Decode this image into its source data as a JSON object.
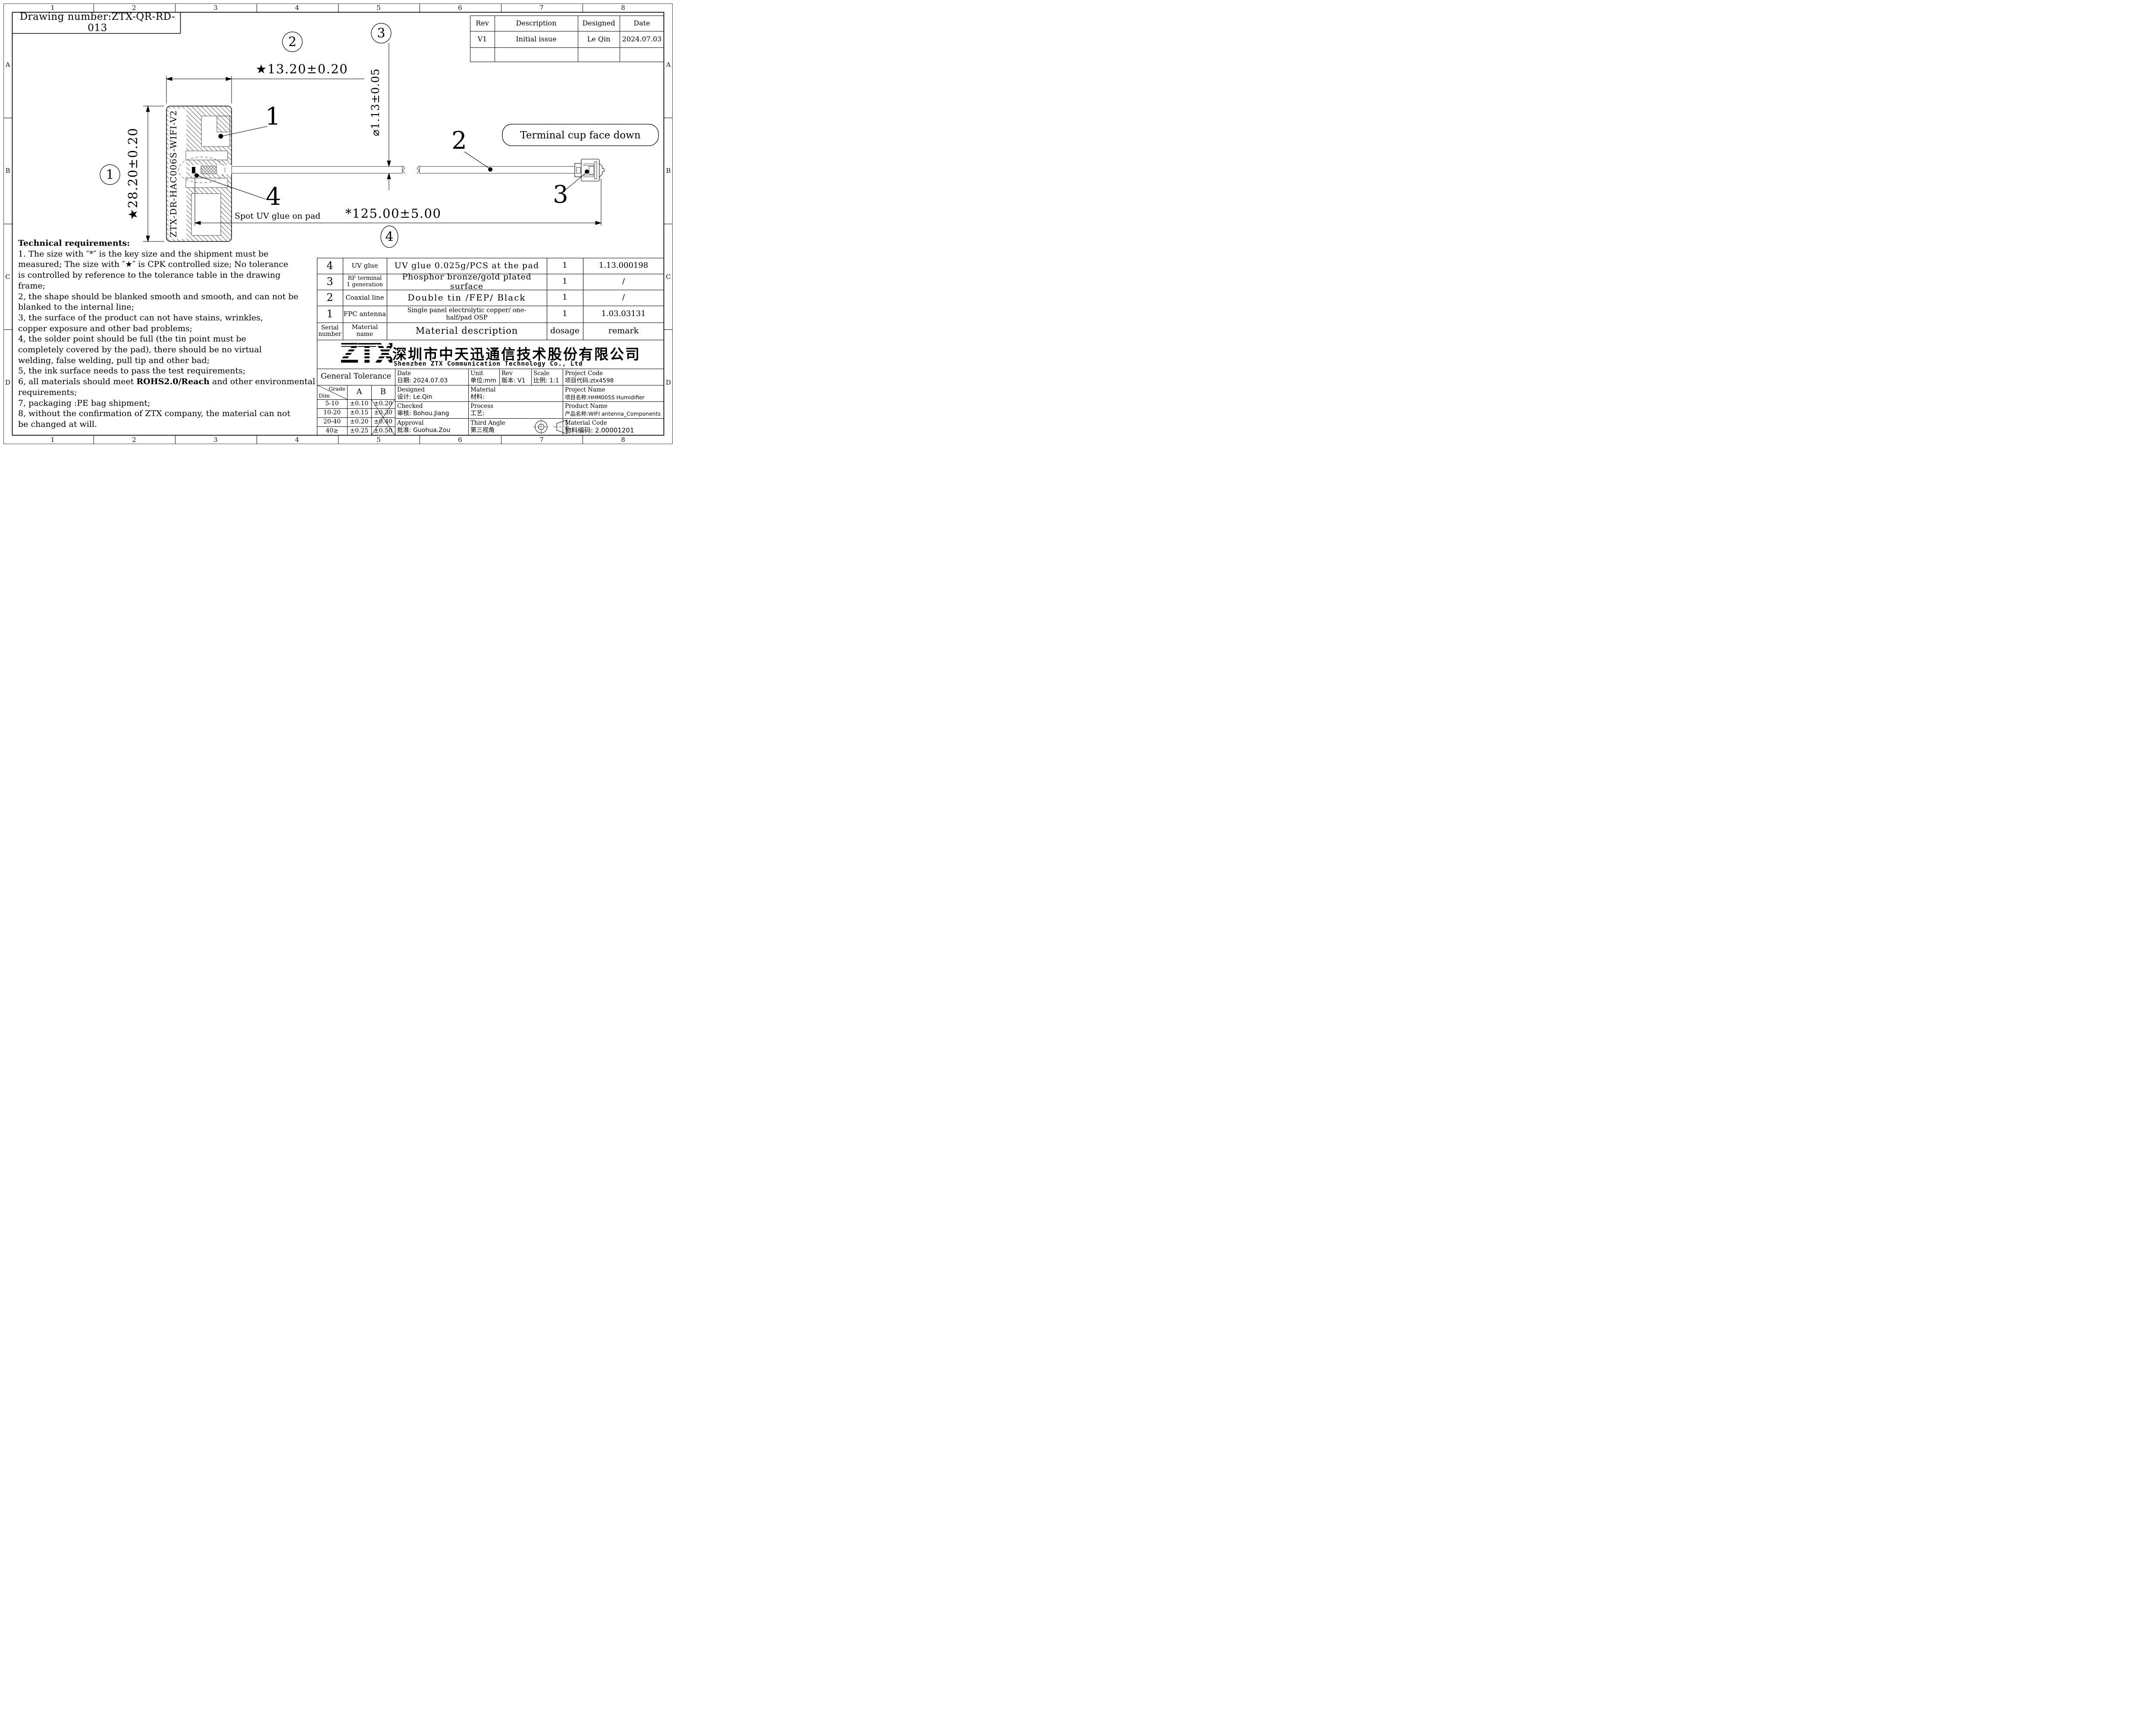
{
  "frame": {
    "columns": [
      "1",
      "2",
      "3",
      "4",
      "5",
      "6",
      "7",
      "8"
    ],
    "rows": [
      "A",
      "B",
      "C",
      "D"
    ],
    "drawing_number": "Drawing number:ZTX-QR-RD-013"
  },
  "rev_table": {
    "col_rev": "Rev",
    "col_description": "Description",
    "col_designed": "Designed",
    "col_date": "Date",
    "row1": {
      "rev": "V1",
      "description": "Initial issue",
      "designed": "Le Qin",
      "date": "2024.07.03"
    }
  },
  "drawing": {
    "balloon1": "1",
    "balloon2": "2",
    "balloon3": "3",
    "balloon4": "4",
    "pos1": "1",
    "pos2": "2",
    "pos3": "3",
    "pos4": "4",
    "dim_width": "★13.20±0.20",
    "dim_height": "★28.20±0.20",
    "dim_diameter": "⌀1.13±0.05",
    "dim_length": "*125.00±5.00",
    "fpc_label": "ZTX-DR-HAC006S-WIFI-V2",
    "note_terminal": "Terminal cup face down",
    "note_uv": "Spot UV glue on pad"
  },
  "technical_requirements": {
    "title": "Technical requirements:",
    "lines": [
      "1. The size with ″*″ is the key size and the shipment must be",
      "measured; The size with ″★″ is CPK controlled size; No tolerance",
      "is controlled by reference to the tolerance table in the drawing",
      "frame;",
      "2, the shape should be blanked smooth and smooth, and can not be",
      "blanked to the internal line;",
      "3, the surface of the product can not have stains, wrinkles,",
      "copper exposure and other bad problems;",
      "4, the solder point should be full (the tin point must be",
      "completely covered by the pad), there should be no virtual",
      "welding, false welding, pull tip and other bad;",
      "5, the ink surface needs to pass the test requirements;"
    ],
    "line_rohs_pre": "6, all materials should meet ",
    "line_rohs_bold": "ROHS2.0/Reach",
    "line_rohs_post": " and other environmental",
    "lines_tail": [
      "requirements;",
      "7, packaging :PE bag shipment;",
      "8, without the confirmation of ZTX company, the material can not",
      "be changed at will."
    ]
  },
  "bom": {
    "rows": [
      {
        "serial": "4",
        "name": "UV glue",
        "desc": "UV glue 0.025g/PCS at the pad",
        "dosage": "1",
        "remark": "1.13.000198"
      },
      {
        "serial": "3",
        "name": "RF terminal 1 generation",
        "desc": "Phosphor bronze/gold plated surface",
        "dosage": "1",
        "remark": "/"
      },
      {
        "serial": "2",
        "name": "Coaxial line",
        "desc": "Double tin /FEP/ Black",
        "dosage": "1",
        "remark": "/"
      },
      {
        "serial": "1",
        "name": "FPC antenna",
        "desc": "Single panel electrolytic copper/ one-half/pad OSP",
        "dosage": "1",
        "remark": "1.03.03131"
      }
    ],
    "header": {
      "serial": "Serial number",
      "name": "Material name",
      "desc": "Material description",
      "dosage": "dosage",
      "remark": "remark"
    }
  },
  "company": {
    "logo": "ZTX",
    "name_cn": "深圳市中天迅通信技术股份有限公司",
    "name_en": "Shenzhen ZTX Communication Technology Co., Ltd"
  },
  "tolerance": {
    "title": "General Tolerance",
    "corner_top": "Grade",
    "corner_bottom": "Dim",
    "col_a": "A",
    "col_b": "B",
    "rows": [
      {
        "dim": "5-10",
        "a": "±0.10",
        "b": "±0.20"
      },
      {
        "dim": "10-20",
        "a": "±0.15",
        "b": "±0.30"
      },
      {
        "dim": "20-40",
        "a": "±0.20",
        "b": "±0.40"
      },
      {
        "dim": "40≥",
        "a": "±0.25",
        "b": "±0.50"
      }
    ]
  },
  "title_block": {
    "date_en": "Date",
    "date_val": "日期: 2024.07.03",
    "unit_en": "Unit",
    "unit_val": "单位:mm",
    "rev_en": "Rev",
    "rev_val": "版本: V1",
    "scale_en": "Scale",
    "scale_val": "比例: 1:1",
    "project_code_en": "Project Code",
    "project_code_val": "项目代码:ztx4598",
    "designed_en": "Designed",
    "designed_val": "设计: Le.Qin",
    "material_en": "Material",
    "material_val": "材料:",
    "project_name_en": "Project Name",
    "project_name_val": "项目名称:HHM005S Humidifier",
    "checked_en": "Checked",
    "checked_val": "审核: Bohou.Jiang",
    "process_en": "Process",
    "process_val": "工艺:",
    "product_name_en": "Product Name",
    "product_name_val": "产品名称:WIFI antenna_Components",
    "approval_en": "Approval",
    "approval_val": "批准: Guohua.Zou",
    "third_angle_en": "Third Angle",
    "third_angle_val": "第三视角",
    "material_code_en": "Material Code",
    "material_code_val": "物料编码: 2.00001201"
  }
}
